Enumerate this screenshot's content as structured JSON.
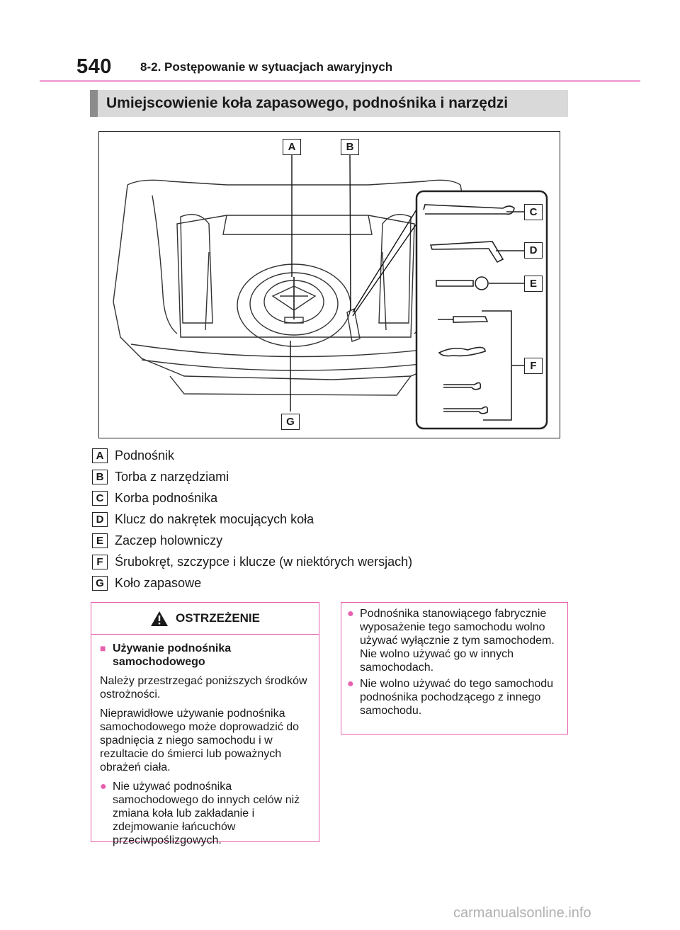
{
  "header": {
    "page_number": "540",
    "chapter": "8-2. Postępowanie w sytuacjach awaryjnych"
  },
  "section_title": "Umiejscowienie koła zapasowego, podnośnika i narzędzi",
  "figure": {
    "callouts": [
      "A",
      "B",
      "C",
      "D",
      "E",
      "F",
      "G"
    ]
  },
  "legend": [
    {
      "letter": "A",
      "text": "Podnośnik"
    },
    {
      "letter": "B",
      "text": "Torba z narzędziami"
    },
    {
      "letter": "C",
      "text": "Korba podnośnika"
    },
    {
      "letter": "D",
      "text": "Klucz do nakrętek mocujących koła"
    },
    {
      "letter": "E",
      "text": "Zaczep holowniczy"
    },
    {
      "letter": "F",
      "text": "Śrubokręt, szczypce i klucze (w niektórych wersjach)"
    },
    {
      "letter": "G",
      "text": "Koło zapasowe"
    }
  ],
  "warning": {
    "title": "OSTRZEŻENIE",
    "subheading": "Używanie podnośnika samochodowego",
    "para1": "Należy przestrzegać poniższych środków ostrożności.",
    "para2": "Nieprawidłowe używanie podnośnika samochodowego może doprowadzić do spadnięcia z niego samochodu i w rezultacie do śmierci lub poważnych obrażeń ciała.",
    "bullet1": "Nie używać podnośnika samochodowego do innych celów niż zmiana koła lub zakładanie i zdejmowanie łańcuchów przeciwpoślizgowych."
  },
  "right_box": {
    "bullet1": "Podnośnika stanowiącego fabrycznie wyposażenie tego samochodu wolno używać wyłącznie z tym samochodem. Nie wolno używać go w innych samochodach.",
    "bullet2": "Nie wolno używać do tego samochodu podnośnika pochodzącego z innego samochodu."
  },
  "watermark": "carmanualsonline.info",
  "colors": {
    "accent_pink": "#e75fae",
    "header_rule": "#f2a7d6",
    "title_bar": "#d9d9d9"
  }
}
